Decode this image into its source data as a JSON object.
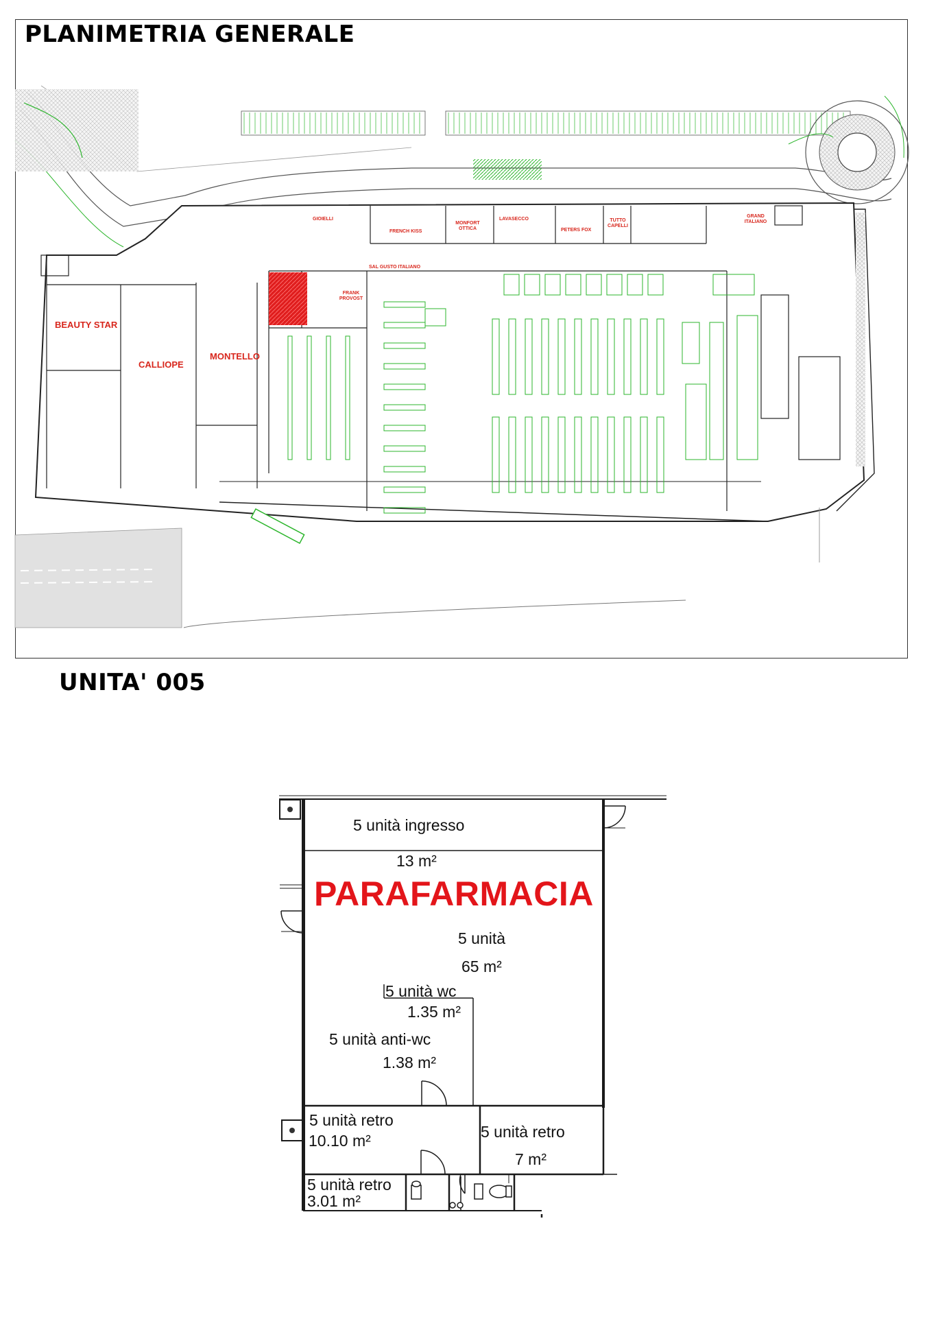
{
  "titles": {
    "general_plan": "PLANIMETRIA GENERALE",
    "unit": "UNITA' 005"
  },
  "site_plan": {
    "shops": {
      "beauty_star": "BEAUTY STAR",
      "calliope": "CALLIOPE",
      "montello": "MONTELLO",
      "frank_provost": "FRANK PROVOST",
      "french_kiss": "FRENCH KISS",
      "monfort_ottica": "MONFORT OTTICA",
      "lavasecco": "LAVASECCO",
      "peters_fox": "PETERS FOX",
      "tutto_capelli": "TUTTO CAPELLI",
      "grand_italiano": "GRAND ITALIANO",
      "gioielli": "GIOIELLI",
      "sal_gusto_italiano": "SAL GUSTO ITALIANO"
    },
    "colors": {
      "shop_label": "#d8261c",
      "highlight_unit": "#e01e1e",
      "fixtures": "#2bb52b",
      "walls": "#222222"
    }
  },
  "unit_plan": {
    "title": "PARAFARMACIA",
    "rooms": [
      {
        "name": "5 unità ingresso",
        "area": "13 m²"
      },
      {
        "name": "5 unità",
        "area": "65 m²"
      },
      {
        "name": "5 unità wc",
        "area": "1.35 m²"
      },
      {
        "name": "5 unità anti-wc",
        "area": "1.38 m²"
      },
      {
        "name": "5 unità retro",
        "area": "10.10 m²"
      },
      {
        "name": "5 unità retro",
        "area": "7 m²"
      },
      {
        "name": "5 unità retro",
        "area": "3.01 m²"
      }
    ],
    "colors": {
      "title": "#e3151a",
      "walls": "#1a1a1a"
    }
  }
}
